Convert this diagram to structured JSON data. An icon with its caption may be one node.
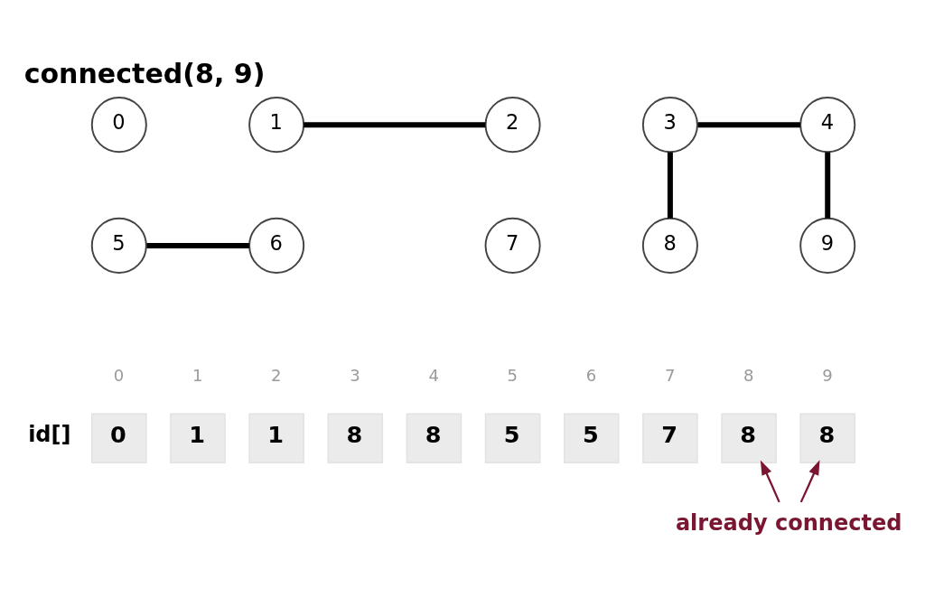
{
  "diagram": {
    "title": "connected(8, 9)",
    "nodes": [
      {
        "text": [
          "0"
        ]
      },
      {
        "text": [
          "1"
        ]
      },
      {
        "text": [
          "2"
        ]
      },
      {
        "text": [
          "3"
        ]
      },
      {
        "text": [
          "4"
        ]
      },
      {
        "text": [
          "5"
        ]
      },
      {
        "text": [
          "6"
        ]
      },
      {
        "text": [
          "7"
        ]
      },
      {
        "text": [
          "8"
        ]
      },
      {
        "text": [
          "9"
        ]
      },
      {
        "text": [
          "0"
        ],
        "beside": [
          "0"
        ]
      },
      {
        "text": [
          "1"
        ],
        "beside": [
          "1"
        ]
      },
      {
        "text": [
          "1"
        ],
        "beside": [
          "2"
        ]
      },
      {
        "text": [
          "8"
        ],
        "beside": [
          "3"
        ]
      },
      {
        "text": [
          "8"
        ],
        "beside": [
          "4"
        ]
      },
      {
        "text": [
          "5"
        ],
        "beside": [
          "5"
        ]
      },
      {
        "text": [
          "5"
        ],
        "beside": [
          "6"
        ]
      },
      {
        "text": [
          "7"
        ],
        "beside": [
          "7"
        ]
      },
      {
        "text": [
          "8"
        ],
        "beside": [
          "8"
        ]
      },
      {
        "text": [
          "8"
        ],
        "beside": [
          "9"
        ]
      },
      {
        "text": [
          "already connected"
        ]
      }
    ],
    "edges": [
      {
        "from": 1,
        "to": 2,
        "arrow": "none"
      },
      {
        "from": 3,
        "to": 4,
        "arrow": "none"
      },
      {
        "from": 3,
        "to": 8,
        "arrow": "none"
      },
      {
        "from": 4,
        "to": 9,
        "arrow": "none"
      },
      {
        "from": 5,
        "to": 6,
        "arrow": "none"
      },
      {
        "from": 20,
        "to": 18,
        "arrow": "to",
        "color": "#7a1631"
      },
      {
        "from": 20,
        "to": 19,
        "arrow": "to",
        "color": "#7a1631"
      }
    ],
    "labels": [
      "id[]"
    ]
  }
}
